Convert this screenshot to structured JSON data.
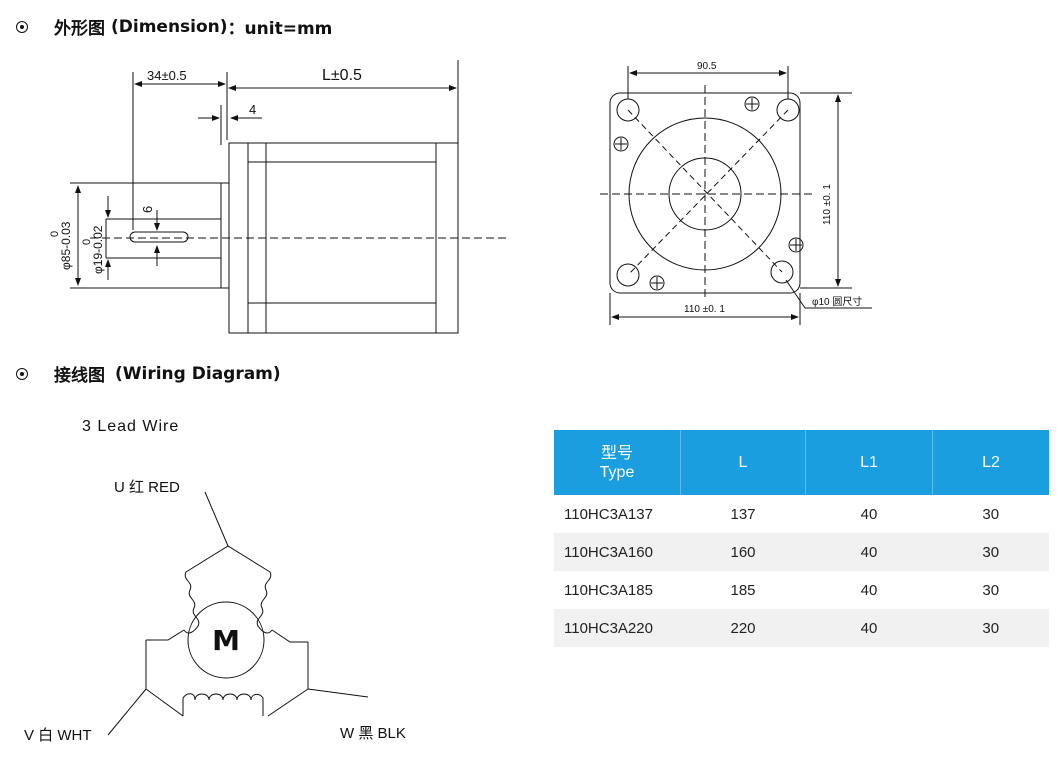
{
  "dimension_section": {
    "title_cn": "外形图",
    "title_en": "(Dimension)",
    "title_suffix": "：unit=mm"
  },
  "wiring_section": {
    "title_cn": "接线图",
    "title_en": "(Wiring Diagram)"
  },
  "side_view": {
    "shaft_length": "34±0.5",
    "body_length": "L±0.5",
    "flange_thickness": "4",
    "key_depth": "6",
    "shaft_dia_top": "0",
    "shaft_dia": "φ19-0.02",
    "pilot_dia_top": "0",
    "pilot_dia": "φ85-0.03"
  },
  "front_view": {
    "hole_spacing": "90.5",
    "width": "110 ±0. 1",
    "height": "110 ±0. 1",
    "hole_dia": "φ10 圆尺寸"
  },
  "wiring": {
    "lead_type": "3 Lead Wire",
    "u_label": "U 红 RED",
    "v_label": "V 白 WHT",
    "w_label": "W 黑 BLK",
    "motor_symbol": "M"
  },
  "spec_table": {
    "headers": {
      "type_cn": "型号",
      "type_en": "Type",
      "l": "L",
      "l1": "L1",
      "l2": "L2"
    },
    "rows": [
      {
        "type": "110HC3A137",
        "l": "137",
        "l1": "40",
        "l2": "30"
      },
      {
        "type": "110HC3A160",
        "l": "160",
        "l1": "40",
        "l2": "30"
      },
      {
        "type": "110HC3A185",
        "l": "185",
        "l1": "40",
        "l2": "30"
      },
      {
        "type": "110HC3A220",
        "l": "220",
        "l1": "40",
        "l2": "30"
      }
    ]
  }
}
